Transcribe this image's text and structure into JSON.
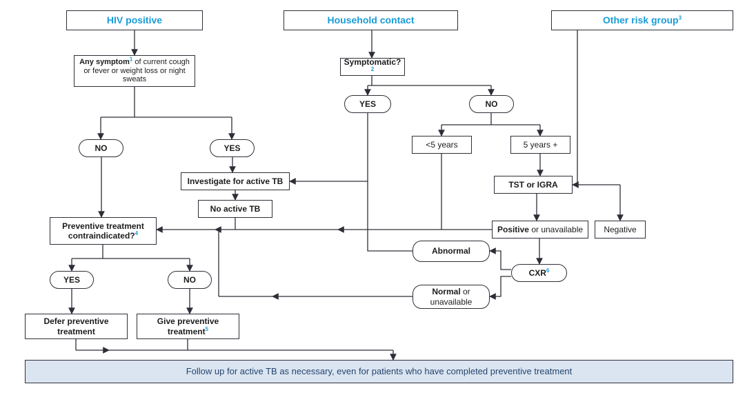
{
  "accent": "#189cd8",
  "ink": "#2e2e38",
  "footer_bg": "#dbe5f2",
  "labels": {
    "yes": "YES",
    "no": "NO"
  },
  "headers": {
    "hiv": "HIV positive",
    "household": "Household contact",
    "other": "Other risk group",
    "other_sup": "3"
  },
  "nodes": {
    "any_symptom_bold": "Any symptom",
    "any_symptom_sup": "1",
    "any_symptom_rest": " of current cough or fever or weight loss or night sweats",
    "symptomatic": "Symptomatic?",
    "symptomatic_sup": "2",
    "under5": "<5 years",
    "over5": "5 years +",
    "tst": "TST or IGRA",
    "negative": "Negative",
    "positive_bold": "Positive",
    "positive_rest": " or unavailable",
    "investigate": "Investigate for active TB",
    "no_active": "No active TB",
    "contraindicated_l1": "Preventive treatment",
    "contraindicated_l2": "contraindicated?",
    "contraindicated_sup": "4",
    "abnormal": "Abnormal",
    "cxr": "CXR",
    "cxr_sup": "6",
    "normal_bold": "Normal",
    "normal_rest": " or unavailable",
    "defer": "Defer preventive treatment",
    "give": "Give preventive treatment",
    "give_sup": "5"
  },
  "footer": "Follow up for active TB as necessary, even for patients who have completed preventive treatment"
}
